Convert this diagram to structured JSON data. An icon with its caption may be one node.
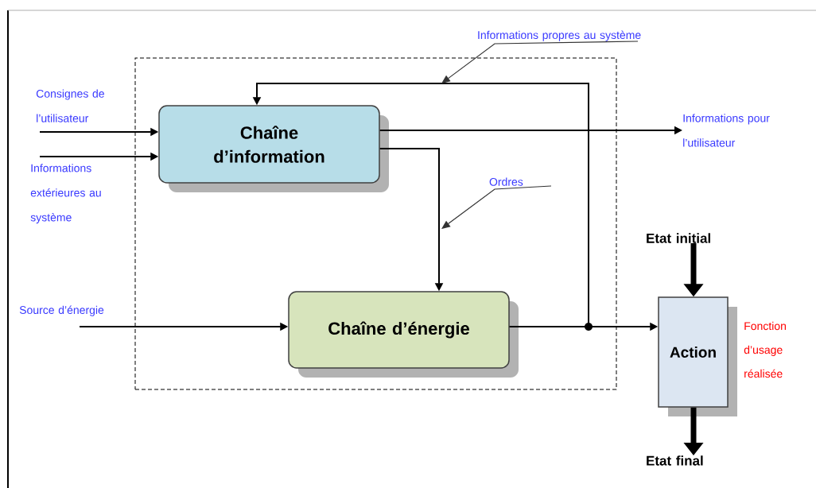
{
  "diagram": {
    "nodes": [
      {
        "text": [],
        "shape": "box"
      },
      {
        "text": [
          "Chaîne d’information"
        ],
        "in": 0
      },
      {
        "text": [
          "Chaîne d’énergie"
        ],
        "in": 0
      },
      {
        "text": [
          "Action"
        ],
        "beside": [
          "Fonction d’usage réalisée"
        ]
      },
      {
        "text": [
          "Consignes de l’utilisateur"
        ]
      },
      {
        "text": [
          "Informations extérieures au système"
        ]
      },
      {
        "text": [
          "Informations pour l’utilisateur"
        ]
      },
      {
        "text": [
          "Source d’énergie"
        ]
      },
      {
        "text": [
          "Etat initial"
        ]
      },
      {
        "text": [
          "Etat final"
        ]
      },
      {
        "text": [
          "Ordres"
        ],
        "in": 0
      },
      {
        "text": [
          "Informations propres au système"
        ]
      }
    ],
    "edges": [
      {
        "from": 4,
        "to": 1,
        "arrow": "to"
      },
      {
        "from": 5,
        "to": 1,
        "arrow": "to"
      },
      {
        "from": 1,
        "to": 6,
        "arrow": "to"
      },
      {
        "from": 7,
        "to": 2,
        "arrow": "to"
      },
      {
        "from": 1,
        "to": 2,
        "arrow": "to"
      },
      {
        "from": 2,
        "to": 1,
        "arrow": "to"
      },
      {
        "from": 2,
        "to": 3,
        "arrow": "to"
      },
      {
        "from": 8,
        "to": 3,
        "arrow": "to",
        "style": "thick"
      },
      {
        "from": 3,
        "to": 9,
        "arrow": "to",
        "style": "thick"
      },
      {
        "from": 10,
        "to": null,
        "arrow": "to"
      },
      {
        "from": 11,
        "to": null,
        "arrow": "to"
      }
    ]
  }
}
